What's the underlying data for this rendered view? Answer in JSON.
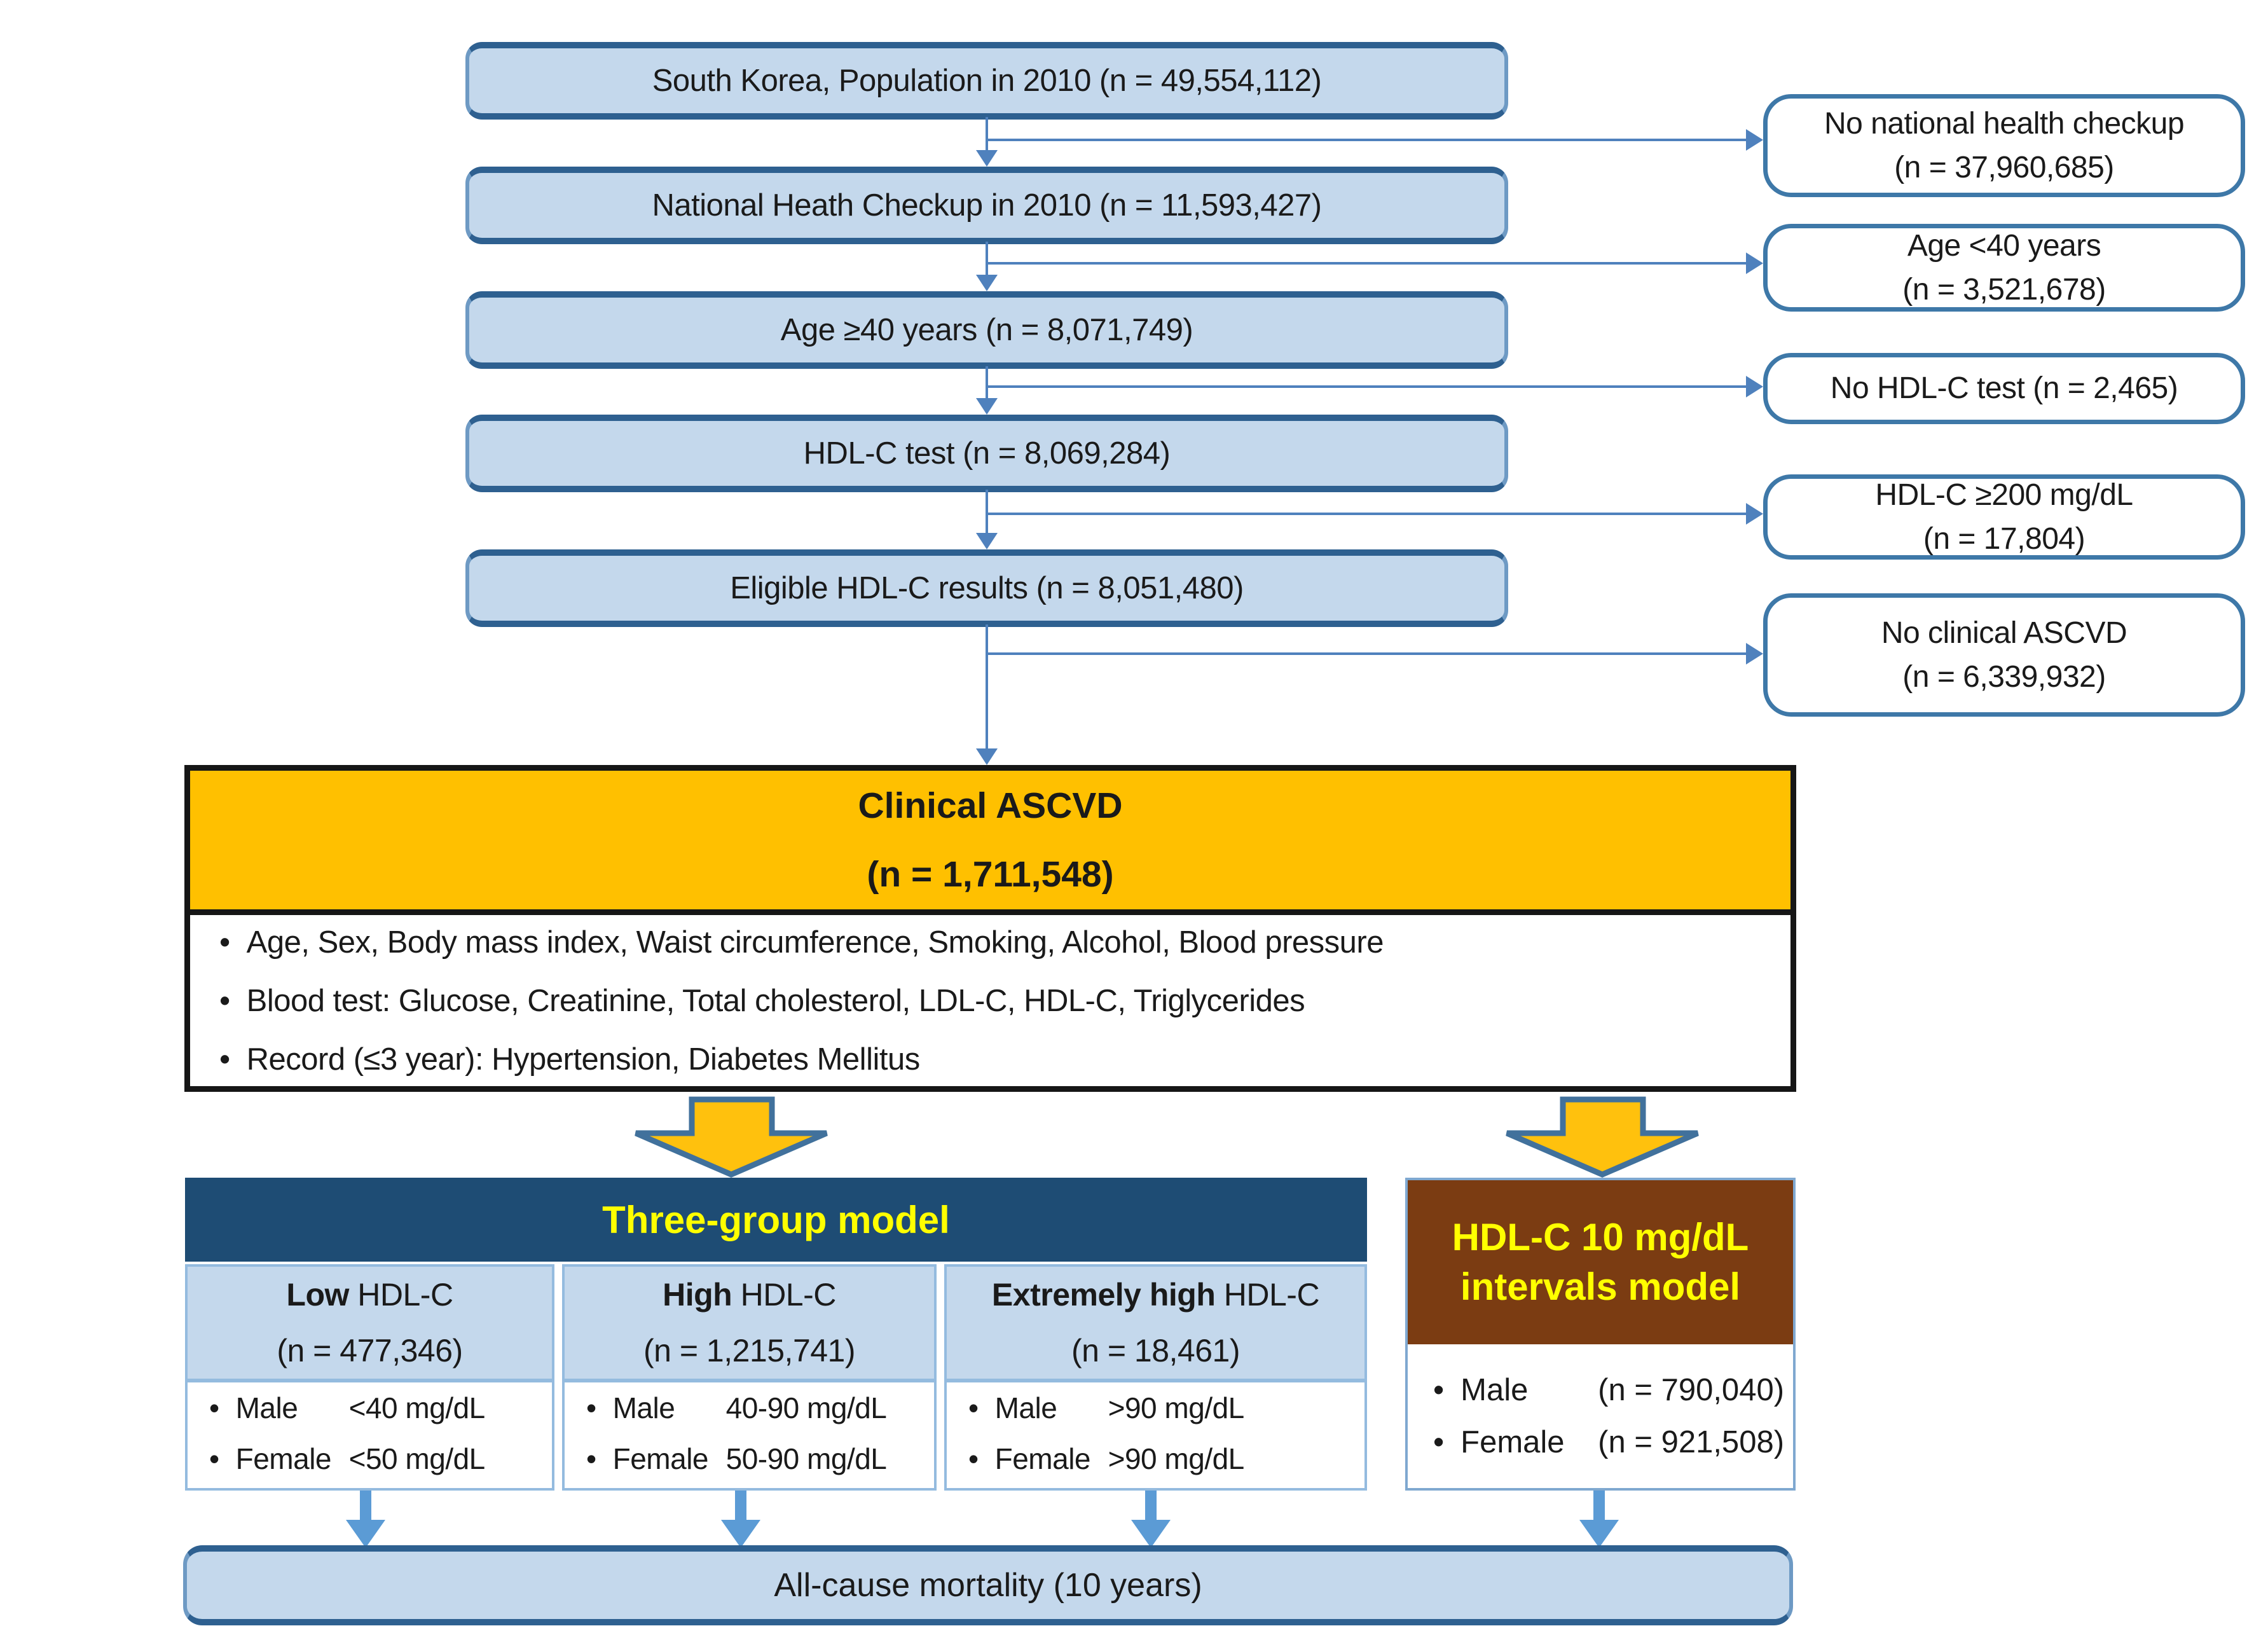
{
  "colors": {
    "box_fill": "#c4d8ec",
    "box_border": "#2e6090",
    "connector_blue": "#4f81bd",
    "arrow_blue": "#5b9bd5",
    "ascvd_orange": "#ffc000",
    "three_group_navy": "#1e4c74",
    "intervals_brown": "#7b3c12",
    "highlight_yellow": "#ffff00",
    "block_arrow_gold": "#ffc10d"
  },
  "flow": {
    "boxes": [
      {
        "label": "South Korea, Population in 2010 (n = 49,554,112)"
      },
      {
        "label": "National Heath Checkup in 2010 (n = 11,593,427)"
      },
      {
        "label": "Age ≥40 years (n = 8,071,749)"
      },
      {
        "label": "HDL-C test (n = 8,069,284)"
      },
      {
        "label": "Eligible HDL-C results (n = 8,051,480)"
      }
    ]
  },
  "exclusions": [
    {
      "line1": "No national health checkup",
      "line2": "(n = 37,960,685)"
    },
    {
      "line1": "Age <40 years",
      "line2": "(n = 3,521,678)"
    },
    {
      "line1": "No HDL-C test (n = 2,465)",
      "line2": ""
    },
    {
      "line1": "HDL-C ≥200 mg/dL",
      "line2": "(n = 17,804)"
    },
    {
      "line1": "No clinical ASCVD",
      "line2": "(n = 6,339,932)"
    }
  ],
  "ascvd": {
    "title": "Clinical ASCVD",
    "n": "(n = 1,711,548)",
    "bullets": [
      "Age, Sex, Body mass index, Waist circumference, Smoking, Alcohol, Blood pressure",
      "Blood test: Glucose, Creatinine, Total cholesterol, LDL-C, HDL-C, Triglycerides",
      "Record (≤3 year): Hypertension, Diabetes Mellitus"
    ]
  },
  "three_group": {
    "title": "Three-group model",
    "columns": [
      {
        "emph": "Low",
        "rest": " HDL-C",
        "n": "(n = 477,346)",
        "bullets": [
          {
            "label": "Male",
            "value": "<40 mg/dL"
          },
          {
            "label": "Female",
            "value": "<50 mg/dL"
          }
        ]
      },
      {
        "emph": "High",
        "rest": " HDL-C",
        "n": "(n = 1,215,741)",
        "bullets": [
          {
            "label": "Male",
            "value": "40-90 mg/dL"
          },
          {
            "label": "Female",
            "value": "50-90 mg/dL"
          }
        ]
      },
      {
        "emph": "Extremely high",
        "rest": " HDL-C",
        "n": "(n = 18,461)",
        "bullets": [
          {
            "label": "Male",
            "value": ">90 mg/dL"
          },
          {
            "label": "Female",
            "value": ">90 mg/dL"
          }
        ]
      }
    ]
  },
  "intervals": {
    "title_line1": "HDL-C 10 mg/dL",
    "title_line2": "intervals model",
    "bullets": [
      {
        "label": "Male",
        "value": "(n = 790,040)"
      },
      {
        "label": "Female",
        "value": "(n = 921,508)"
      }
    ]
  },
  "outcome": {
    "label": "All-cause mortality (10 years)"
  }
}
